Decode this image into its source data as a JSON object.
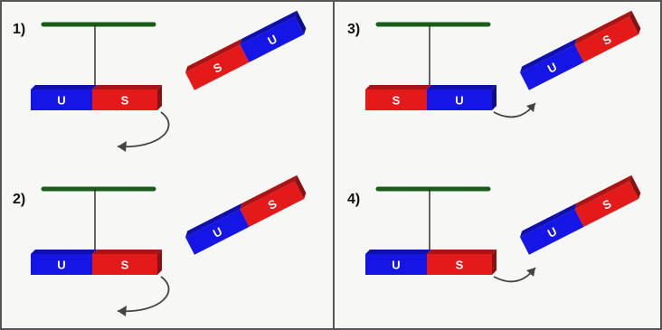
{
  "panels": [
    {
      "label": "1)",
      "hanging": {
        "left": "U",
        "right": "S"
      },
      "loose": {
        "near": "S",
        "far": "U"
      },
      "arrow": "down"
    },
    {
      "label": "2)",
      "hanging": {
        "left": "U",
        "right": "S"
      },
      "loose": {
        "near": "U",
        "far": "S"
      },
      "arrow": "down"
    },
    {
      "label": "3)",
      "hanging": {
        "left": "S",
        "right": "U"
      },
      "loose": {
        "near": "U",
        "far": "S"
      },
      "arrow": "up"
    },
    {
      "label": "4)",
      "hanging": {
        "left": "U",
        "right": "S"
      },
      "loose": {
        "near": "U",
        "far": "S"
      },
      "arrow": "up"
    }
  ],
  "colors": {
    "U": "#1515e6",
    "S": "#e41a1a",
    "support": "#1a5c1a",
    "frame": "#555555",
    "thread": "#333333",
    "arrow": "#444444"
  }
}
